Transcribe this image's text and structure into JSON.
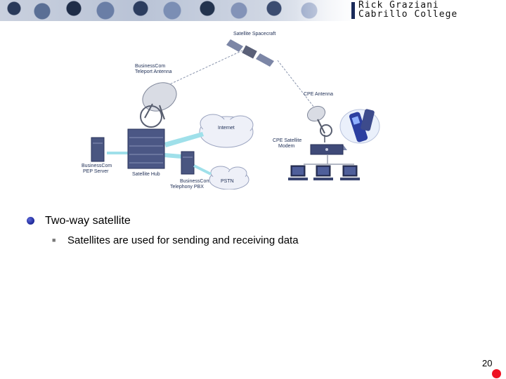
{
  "header": {
    "title_line1": "Rick Graziani",
    "title_line2": "Cabrillo College"
  },
  "diagram": {
    "labels": {
      "satellite": "Satellite Spacecraft",
      "teleport_line1": "BusinessCom",
      "teleport_line2": "Teleport Antenna",
      "cpe_antenna": "CPE Antenna",
      "internet": "Internet",
      "cpe_modem_line1": "CPE Satellite",
      "cpe_modem_line2": "Modem",
      "pep_line1": "BusinessCom",
      "pep_line2": "PEP Server",
      "hub": "Satellite Hub",
      "pbx_line1": "BusinessCom",
      "pbx_line2": "Telephony PBX",
      "pstn": "PSTN"
    }
  },
  "bullets": {
    "level1": "Two-way satellite",
    "level2": "Satellites are used for sending and receiving data"
  },
  "footer": {
    "slide_number": "20"
  }
}
